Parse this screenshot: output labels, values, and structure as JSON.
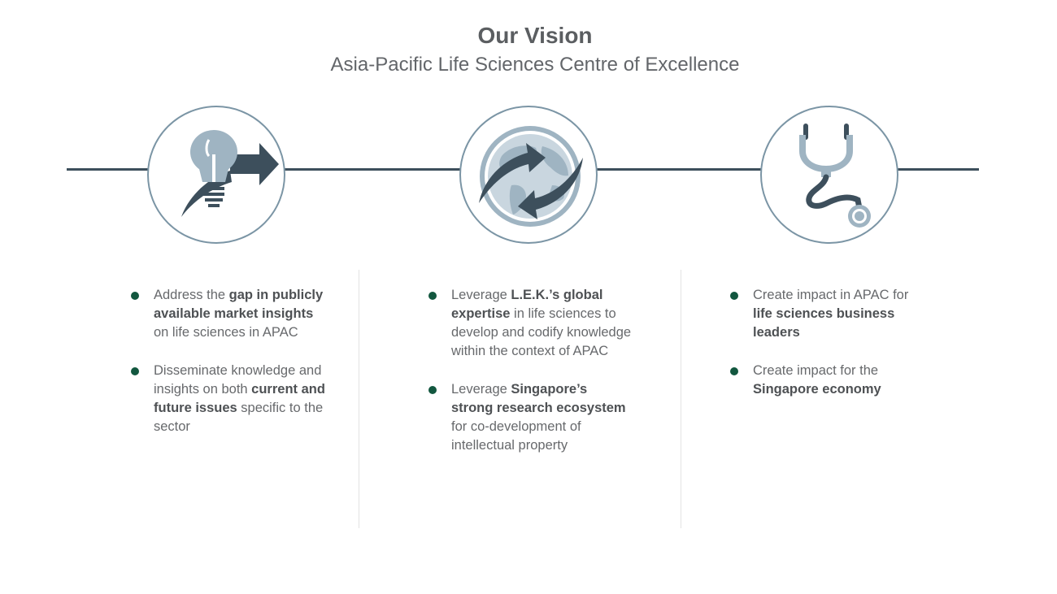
{
  "header": {
    "title": "Our Vision",
    "subtitle": "Asia-Pacific Life Sciences Centre of Excellence"
  },
  "icons": {
    "left": "lightbulb-arrow-icon",
    "middle": "globe-exchange-icon",
    "right": "stethoscope-icon"
  },
  "colors": {
    "dark_slate": "#3d4f5c",
    "light_slate": "#9fb4c2",
    "bullet_green": "#12573f"
  },
  "columns": [
    {
      "bullets": [
        [
          {
            "t": "Address the "
          },
          {
            "t": "gap in publicly available market insights",
            "b": true
          },
          {
            "t": " on life sciences in APAC"
          }
        ],
        [
          {
            "t": "Disseminate knowledge and insights on both "
          },
          {
            "t": "current and future issues",
            "b": true
          },
          {
            "t": " specific to the sector"
          }
        ]
      ]
    },
    {
      "bullets": [
        [
          {
            "t": "Leverage "
          },
          {
            "t": "L.E.K.’s global expertise",
            "b": true
          },
          {
            "t": " in life sciences to develop and codify knowledge within the context of APAC"
          }
        ],
        [
          {
            "t": "Leverage "
          },
          {
            "t": "Singapore’s strong research ecosystem",
            "b": true
          },
          {
            "t": " for co-development of intellectual property"
          }
        ]
      ]
    },
    {
      "bullets": [
        [
          {
            "t": "Create impact in APAC for "
          },
          {
            "t": "life sciences business leaders",
            "b": true
          }
        ],
        [
          {
            "t": "Create impact for the "
          },
          {
            "t": "Singapore economy",
            "b": true
          }
        ]
      ]
    }
  ]
}
